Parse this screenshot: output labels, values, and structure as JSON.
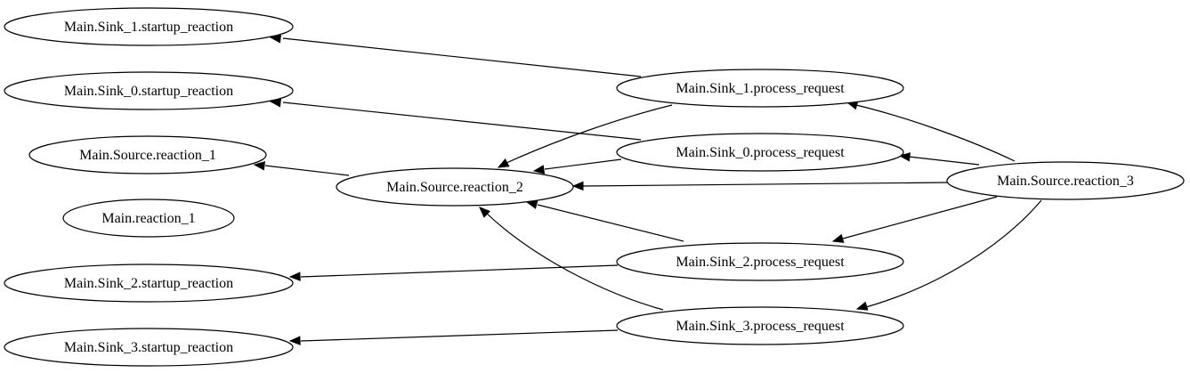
{
  "graph": {
    "nodes": [
      {
        "id": "sink1_startup",
        "label": "Main.Sink_1.startup_reaction"
      },
      {
        "id": "sink0_startup",
        "label": "Main.Sink_0.startup_reaction"
      },
      {
        "id": "source_r1",
        "label": "Main.Source.reaction_1"
      },
      {
        "id": "main_r1",
        "label": "Main.reaction_1"
      },
      {
        "id": "sink2_startup",
        "label": "Main.Sink_2.startup_reaction"
      },
      {
        "id": "sink3_startup",
        "label": "Main.Sink_3.startup_reaction"
      },
      {
        "id": "source_r2",
        "label": "Main.Source.reaction_2"
      },
      {
        "id": "sink1_proc",
        "label": "Main.Sink_1.process_request"
      },
      {
        "id": "sink0_proc",
        "label": "Main.Sink_0.process_request"
      },
      {
        "id": "sink2_proc",
        "label": "Main.Sink_2.process_request"
      },
      {
        "id": "sink3_proc",
        "label": "Main.Sink_3.process_request"
      },
      {
        "id": "source_r3",
        "label": "Main.Source.reaction_3"
      }
    ],
    "edges": [
      {
        "from": "sink1_proc",
        "to": "sink1_startup"
      },
      {
        "from": "sink0_proc",
        "to": "sink0_startup"
      },
      {
        "from": "source_r2",
        "to": "source_r1"
      },
      {
        "from": "sink2_proc",
        "to": "sink2_startup"
      },
      {
        "from": "sink3_proc",
        "to": "sink3_startup"
      },
      {
        "from": "sink1_proc",
        "to": "source_r2"
      },
      {
        "from": "sink0_proc",
        "to": "source_r2"
      },
      {
        "from": "sink2_proc",
        "to": "source_r2"
      },
      {
        "from": "sink3_proc",
        "to": "source_r2"
      },
      {
        "from": "source_r3",
        "to": "source_r2"
      },
      {
        "from": "source_r3",
        "to": "sink1_proc"
      },
      {
        "from": "source_r3",
        "to": "sink0_proc"
      },
      {
        "from": "source_r3",
        "to": "sink2_proc"
      },
      {
        "from": "source_r3",
        "to": "sink3_proc"
      }
    ]
  }
}
